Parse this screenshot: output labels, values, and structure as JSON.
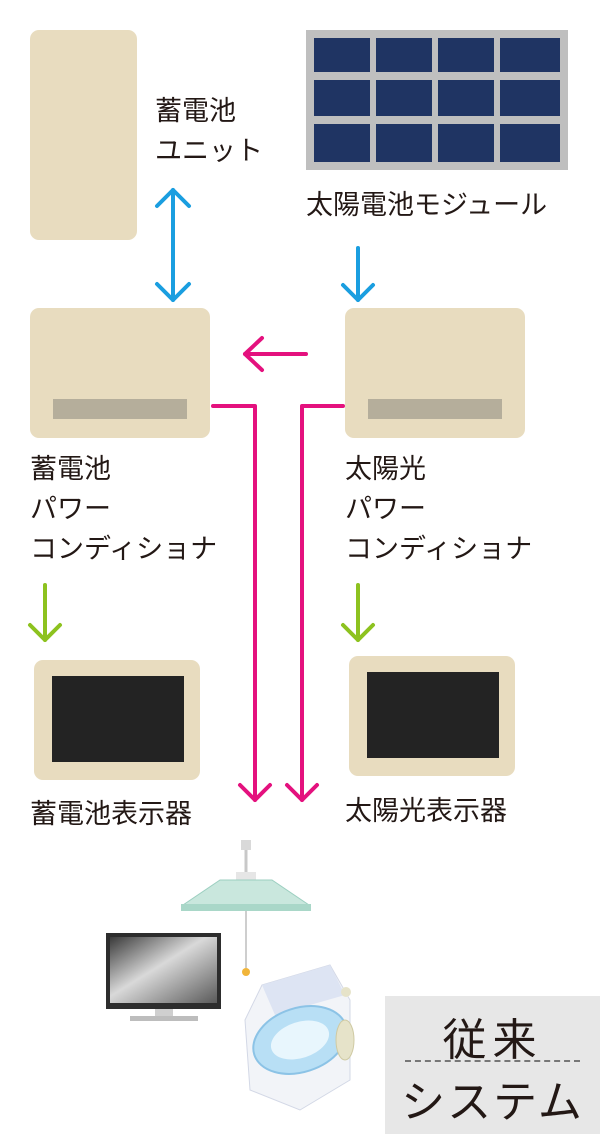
{
  "labels": {
    "battery_unit": [
      "蓄電池",
      "ユニット"
    ],
    "solar_module": "太陽電池モジュール",
    "battery_pcs": [
      "蓄電池",
      "パワー",
      "コンディショナ"
    ],
    "solar_pcs": [
      "太陽光",
      "パワー",
      "コンディショナ"
    ],
    "battery_display": "蓄電池表示器",
    "solar_display": "太陽光表示器"
  },
  "title": {
    "line1": "従来",
    "line2": "システム"
  },
  "colors": {
    "box": "#e8dcbf",
    "blue_arrow": "#1a9ee0",
    "pink_line": "#e4117e",
    "green_arrow": "#8dc21f",
    "solar_panel": "#1f3463"
  }
}
